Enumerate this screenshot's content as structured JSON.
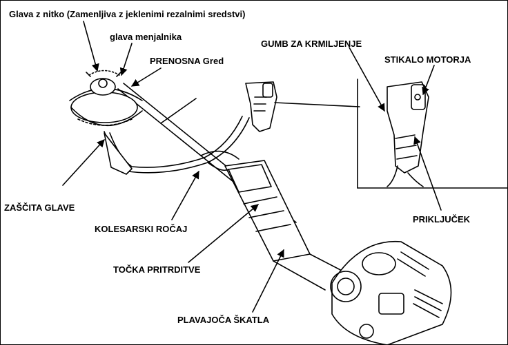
{
  "labels": {
    "trimmer_head": "Glava z nitko  (Zamenljiva z jeklenimi rezalnimi sredstvi)",
    "gear_head": "glava menjalnika",
    "drive_shaft": "PRENOSNA Gred",
    "throttle_trigger": "GUMB ZA KRMILJENJE",
    "engine_switch": "STIKALO MOTORJA",
    "head_guard": "ZAŠČITA GLAVE",
    "bicycle_handle": "KOLESARSKI ROČAJ",
    "attachment_point": "PRIKLJUČEK",
    "suspension_point": "TOČKA PRITRDITVE",
    "floating_box": "PLAVAJOČA ŠKATLA"
  },
  "colors": {
    "ink": "#000000",
    "background": "#ffffff"
  }
}
